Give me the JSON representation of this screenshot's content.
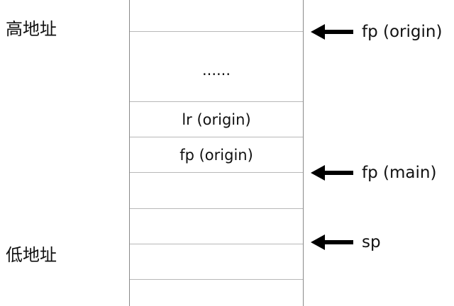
{
  "side_labels": {
    "high": "高地址",
    "low": "低地址"
  },
  "stack": {
    "slots": [
      {
        "text": ""
      },
      {
        "text": "......"
      },
      {
        "text": "lr (origin)"
      },
      {
        "text": "fp (origin)"
      },
      {
        "text": ""
      },
      {
        "text": ""
      },
      {
        "text": ""
      },
      {
        "text": ""
      }
    ]
  },
  "pointers": [
    {
      "label": "fp (origin)"
    },
    {
      "label": "fp (main)"
    },
    {
      "label": "sp"
    }
  ],
  "colors": {
    "border": "#8a8a8a",
    "divider": "#b8b8b8",
    "arrow": "#000000",
    "text": "#111111"
  }
}
